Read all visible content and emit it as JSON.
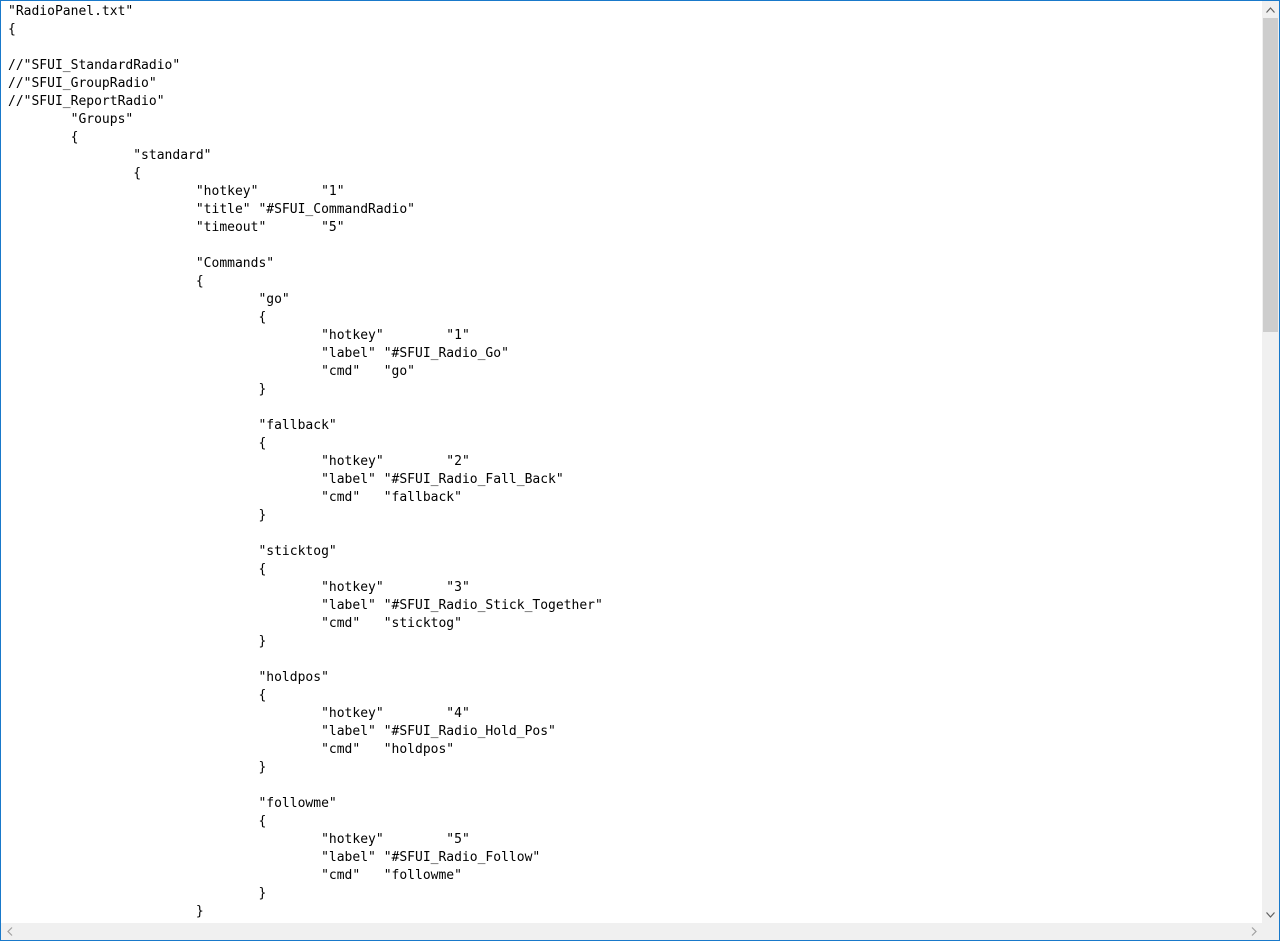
{
  "editor": {
    "lines": [
      "\"RadioPanel.txt\"",
      "{",
      "",
      "//\"SFUI_StandardRadio\"",
      "//\"SFUI_GroupRadio\"",
      "//\"SFUI_ReportRadio\"",
      "\t\"Groups\"",
      "\t{",
      "\t\t\"standard\"",
      "\t\t{",
      "\t\t\t\"hotkey\"\t\"1\"",
      "\t\t\t\"title\"\t\"#SFUI_CommandRadio\"",
      "\t\t\t\"timeout\"\t\"5\"",
      "",
      "\t\t\t\"Commands\"",
      "\t\t\t{",
      "\t\t\t\t\"go\"",
      "\t\t\t\t{",
      "\t\t\t\t\t\"hotkey\"\t\"1\"",
      "\t\t\t\t\t\"label\"\t\"#SFUI_Radio_Go\"",
      "\t\t\t\t\t\"cmd\"\t\"go\"",
      "\t\t\t\t}",
      "",
      "\t\t\t\t\"fallback\"",
      "\t\t\t\t{",
      "\t\t\t\t\t\"hotkey\"\t\"2\"",
      "\t\t\t\t\t\"label\"\t\"#SFUI_Radio_Fall_Back\"",
      "\t\t\t\t\t\"cmd\"\t\"fallback\"",
      "\t\t\t\t}",
      "",
      "\t\t\t\t\"sticktog\"",
      "\t\t\t\t{",
      "\t\t\t\t\t\"hotkey\"\t\"3\"",
      "\t\t\t\t\t\"label\"\t\"#SFUI_Radio_Stick_Together\"",
      "\t\t\t\t\t\"cmd\"\t\"sticktog\"",
      "\t\t\t\t}",
      "",
      "\t\t\t\t\"holdpos\"",
      "\t\t\t\t{",
      "\t\t\t\t\t\"hotkey\"\t\"4\"",
      "\t\t\t\t\t\"label\"\t\"#SFUI_Radio_Hold_Pos\"",
      "\t\t\t\t\t\"cmd\"\t\"holdpos\"",
      "\t\t\t\t}",
      "",
      "\t\t\t\t\"followme\"",
      "\t\t\t\t{",
      "\t\t\t\t\t\"hotkey\"\t\"5\"",
      "\t\t\t\t\t\"label\"\t\"#SFUI_Radio_Follow\"",
      "\t\t\t\t\t\"cmd\"\t\"followme\"",
      "\t\t\t\t}",
      "\t\t\t}"
    ]
  },
  "icons": {
    "scroll_up": "triangle-up",
    "scroll_down": "triangle-down",
    "scroll_left": "chevron-left",
    "scroll_right": "chevron-right"
  },
  "colors": {
    "window_border": "#1979ca",
    "scrollbar_track": "#f0f0f0",
    "scrollbar_thumb": "#cdcdcd"
  }
}
